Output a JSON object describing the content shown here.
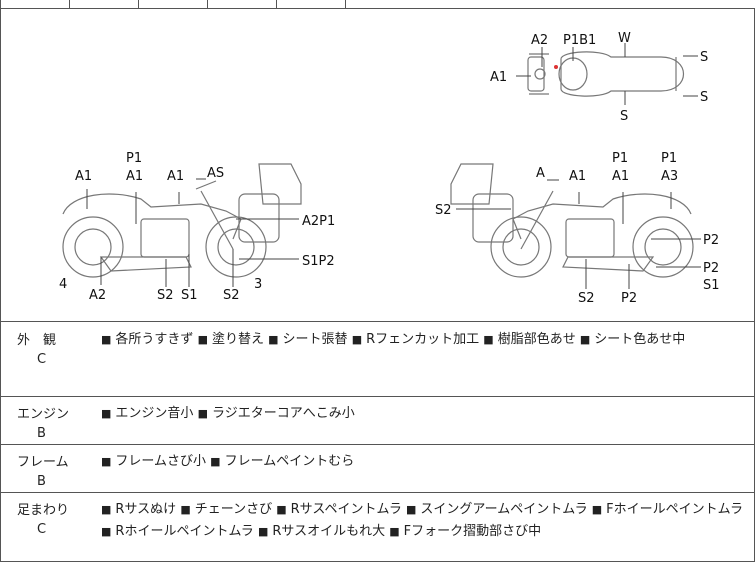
{
  "diagram": {
    "top_view": {
      "A2": "A2",
      "P1B1": "P1B1",
      "W": "W",
      "A1": "A1",
      "S_r1": "S",
      "S_r2": "S",
      "S_bottom": "S"
    },
    "left_side": {
      "P1": "P1",
      "A1_top1": "A1",
      "A1_top2": "A1",
      "A1_left": "A1",
      "AS": "AS",
      "A2P1": "A2P1",
      "S1P2": "S1P2",
      "num4": "4",
      "num3": "3",
      "A2": "A2",
      "S2_a": "S2",
      "S1": "S1",
      "S2_b": "S2"
    },
    "right_side": {
      "A": "A",
      "A1_a": "A1",
      "P1_a": "P1",
      "A1_b": "A1",
      "P1_b": "P1",
      "A3": "A3",
      "S2_top": "S2",
      "P2_a": "P2",
      "P2_b": "P2",
      "S1": "S1",
      "S2_bottom": "S2",
      "P2_bottom": "P2"
    }
  },
  "condition": [
    {
      "category": "外　観",
      "grade": "C",
      "lines": [
        [
          "各所うすきず",
          "塗り替え",
          "シート張替",
          "Rフェンカット加工",
          "樹脂部色あせ",
          "シート色あせ中"
        ]
      ]
    },
    {
      "category": "エンジン",
      "grade": "B",
      "lines": [
        [
          "エンジン音小",
          "ラジエターコアへこみ小"
        ]
      ]
    },
    {
      "category": "フレーム",
      "grade": "B",
      "lines": [
        [
          "フレームさび小",
          "フレームペイントむら"
        ]
      ]
    },
    {
      "category": "足まわり",
      "grade": "C",
      "lines": [
        [
          "Rサスぬけ",
          "チェーンさび",
          "Rサスペイントムラ",
          "スイングアームペイントムラ",
          "Fホイールペイントムラ"
        ],
        [
          "Rホイールペイントムラ",
          "Rサスオイルもれ大",
          "Fフォーク摺動部さび中"
        ]
      ]
    }
  ],
  "marker": "■"
}
